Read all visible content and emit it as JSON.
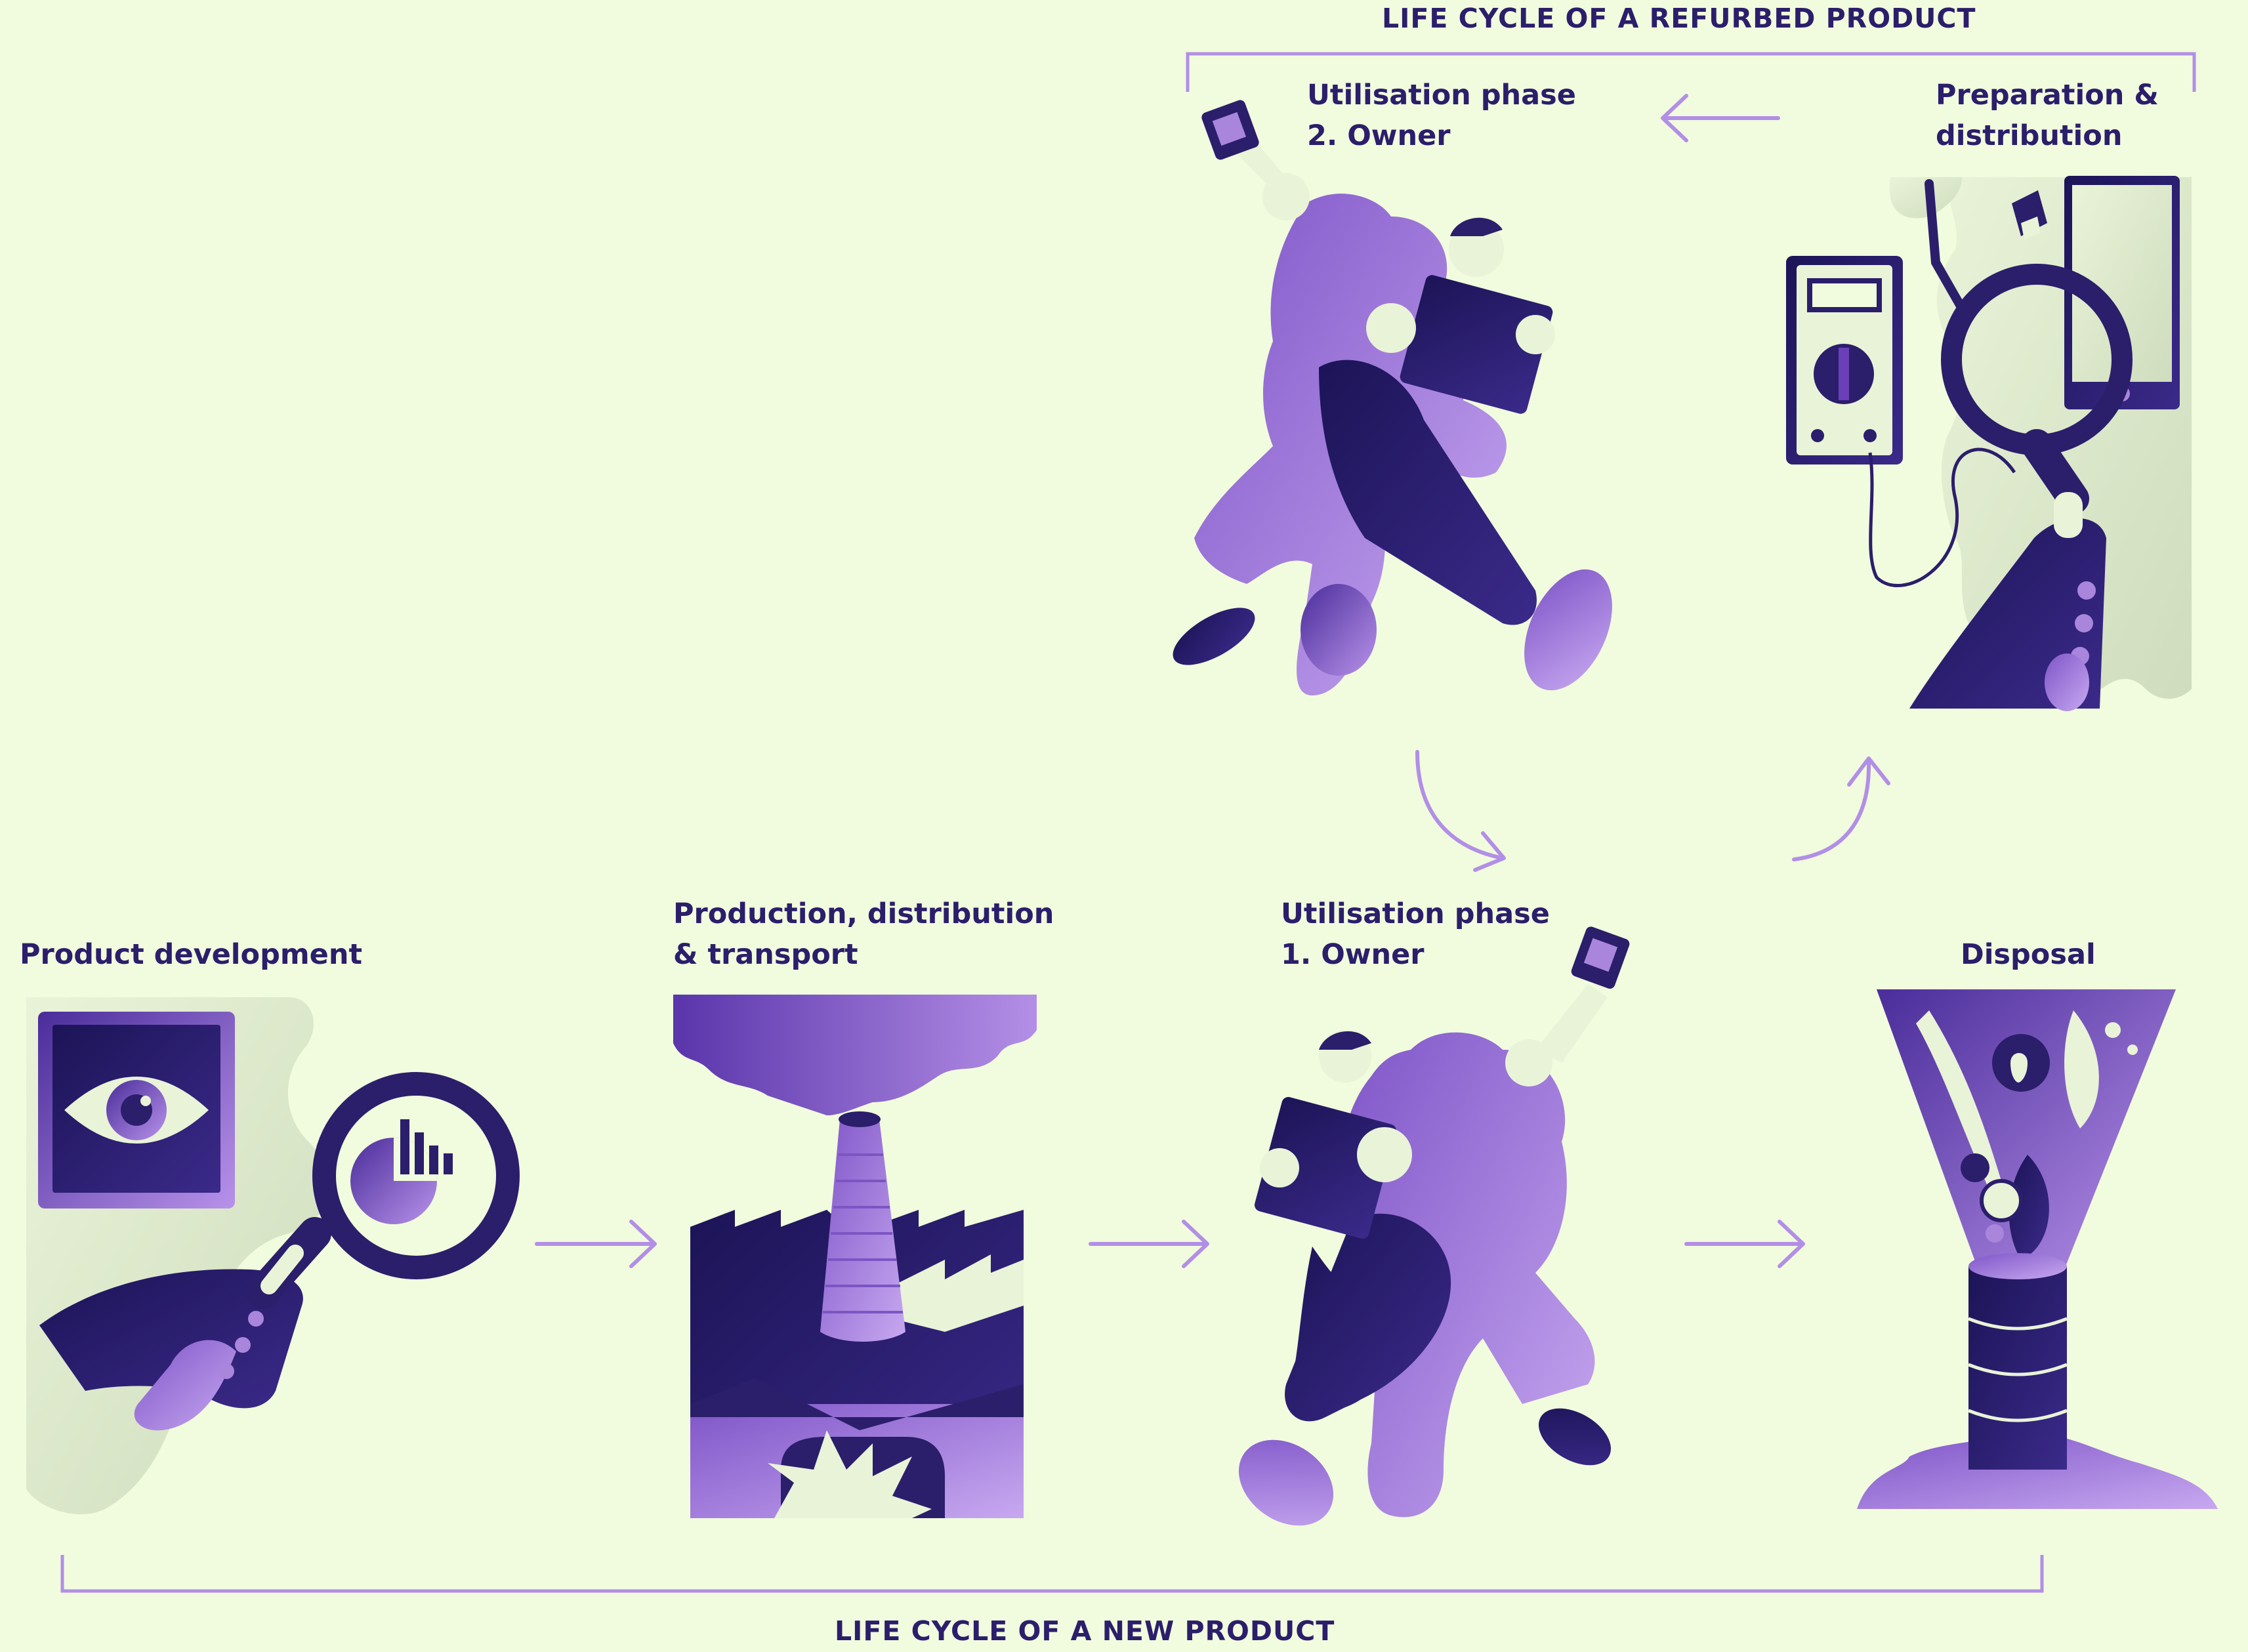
{
  "title_top": "LIFE CYCLE OF A REFURBED PRODUCT",
  "title_bottom": "LIFE CYCLE OF A NEW PRODUCT",
  "stages": {
    "product_development": {
      "lines": [
        "Product development"
      ]
    },
    "production": {
      "lines": [
        "Production, distribution",
        "& transport"
      ]
    },
    "utilisation_1": {
      "lines": [
        "Utilisation phase",
        "1. Owner"
      ]
    },
    "disposal": {
      "lines": [
        "Disposal"
      ]
    },
    "preparation": {
      "lines": [
        "Preparation &",
        "distribution"
      ]
    },
    "utilisation_2": {
      "lines": [
        "Utilisation phase",
        "2. Owner"
      ]
    }
  },
  "icons": {
    "product_development": "eye-and-magnifier-icon",
    "production": "factory-chimney-icon",
    "utilisation": "people-with-devices-icon",
    "disposal": "waste-funnel-icon",
    "preparation": "multimeter-and-phone-icon"
  },
  "colors": {
    "background": "#f1fbdd",
    "text": "#2b1e6b",
    "dark_purple": "#2b1e6b",
    "mid_purple": "#6a3fb8",
    "light_purple": "#a985dc",
    "pale_green": "#dbe8cc",
    "arrow": "#b28fe6"
  }
}
